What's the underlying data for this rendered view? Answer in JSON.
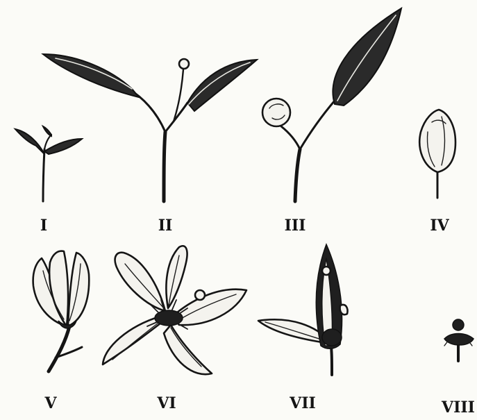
{
  "figure": {
    "stages": [
      {
        "numeral": "I"
      },
      {
        "numeral": "II"
      },
      {
        "numeral": "III"
      },
      {
        "numeral": "IV"
      },
      {
        "numeral": "V"
      },
      {
        "numeral": "VI"
      },
      {
        "numeral": "VII"
      },
      {
        "numeral": "VIII"
      }
    ]
  }
}
